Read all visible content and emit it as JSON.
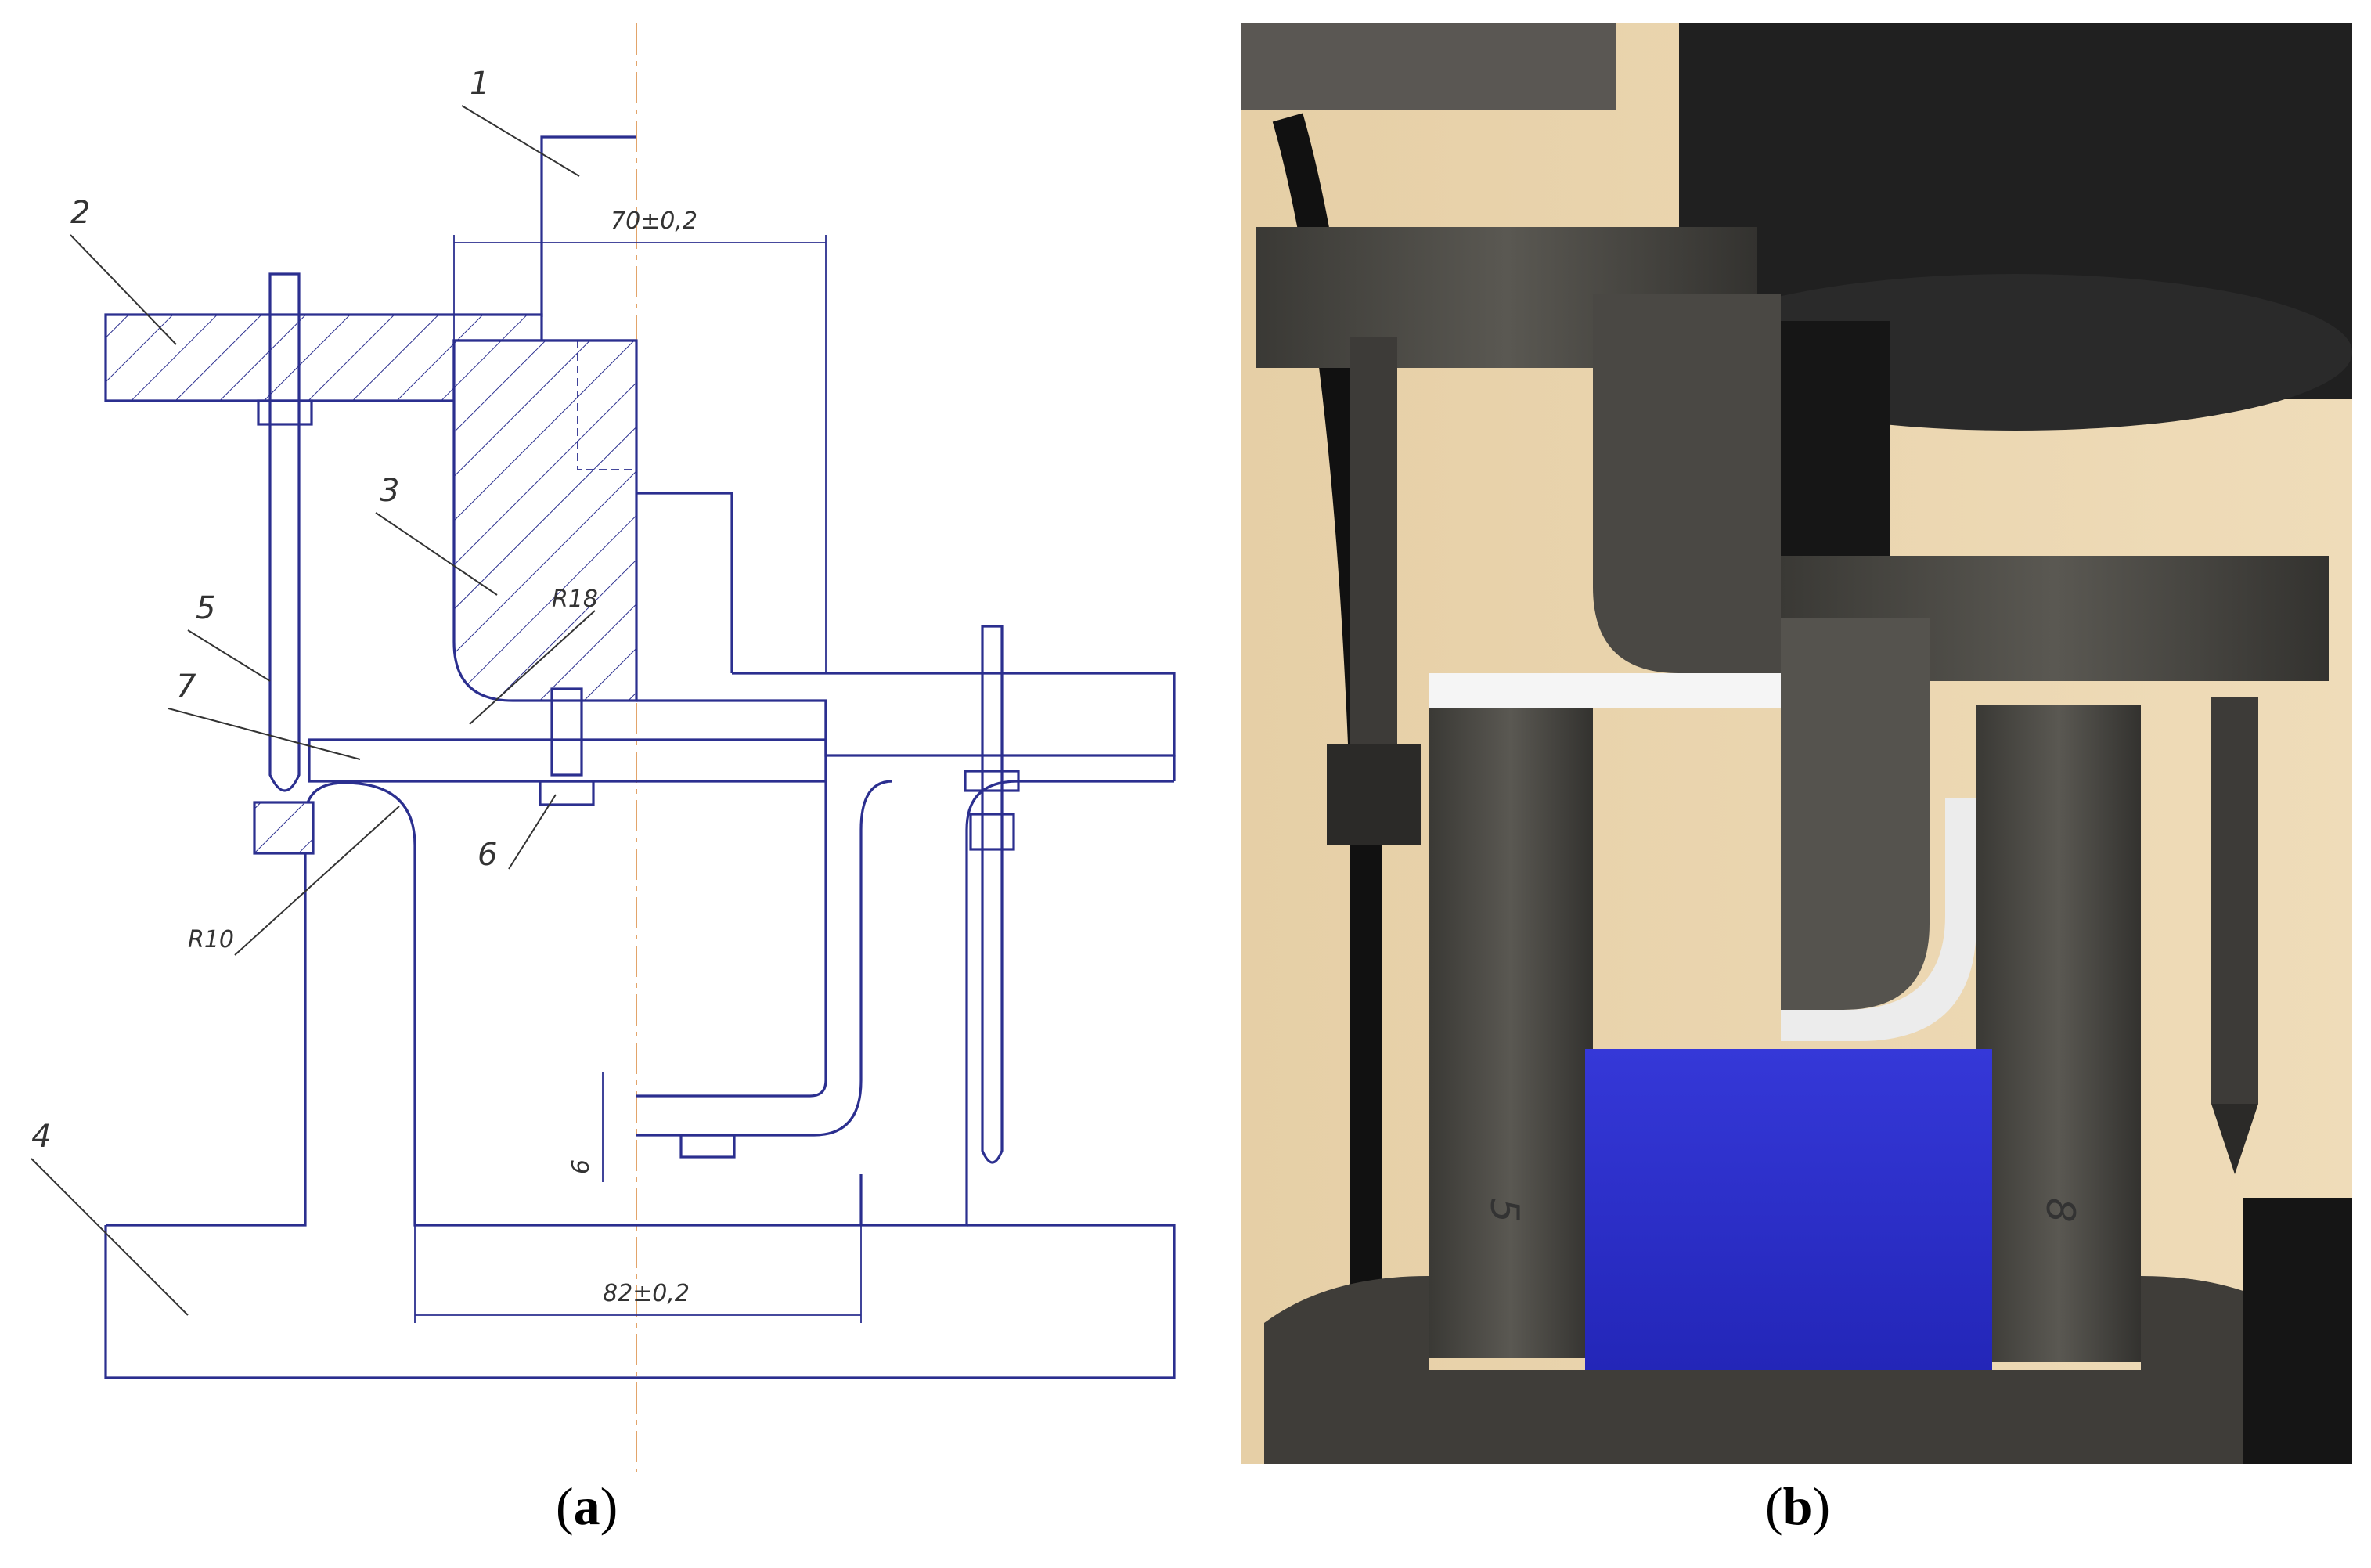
{
  "drawing": {
    "part_labels": [
      "1",
      "2",
      "3",
      "4",
      "5",
      "6",
      "7"
    ],
    "dimensions": {
      "top_width": "70±0,2",
      "bottom_width": "82±0,2",
      "radius_punch": "R18",
      "radius_die": "R10",
      "gap": "6"
    }
  },
  "photo": {
    "die_marks": [
      "5",
      "8"
    ]
  },
  "captions": {
    "a": "a",
    "b": "b"
  },
  "colors": {
    "line": "#2b2f8f",
    "centerline": "#e2a46a",
    "specimen": "#2a2fcf",
    "steel": "#4a4844",
    "background_wall": "#e8d3ad"
  }
}
